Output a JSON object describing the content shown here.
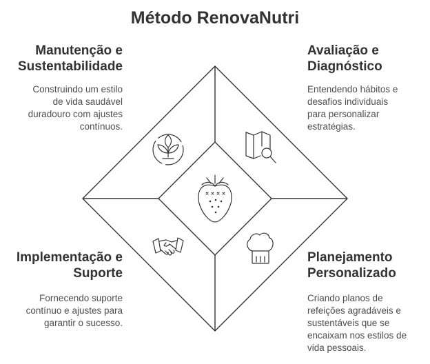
{
  "title": "Método RenovaNutri",
  "quadrants": {
    "top_left": {
      "heading_lines": [
        "Manutenção e",
        "Sustentabilidade"
      ],
      "body_lines": [
        "Construindo um estilo",
        "de vida saudável",
        "duradouro com ajustes",
        "contínuos."
      ],
      "icon": "sprout-icon"
    },
    "top_right": {
      "heading_lines": [
        "Avaliação e",
        "Diagnóstico"
      ],
      "body_lines": [
        "Entendendo hábitos e",
        "desafios individuais",
        "para personalizar",
        "estratégias."
      ],
      "icon": "map-search-icon"
    },
    "bottom_left": {
      "heading_lines": [
        "Implementação e",
        "Suporte"
      ],
      "body_lines": [
        "Fornecendo suporte",
        "contínuo e ajustes para",
        "garantir o sucesso."
      ],
      "icon": "handshake-icon"
    },
    "bottom_right": {
      "heading_lines": [
        "Planejamento",
        "Personalizado"
      ],
      "body_lines": [
        "Criando planos de",
        "refeições agradáveis e",
        "sustentáveis que se",
        "encaixam nos estilos de",
        "vida pessoais."
      ],
      "icon": "chef-hat-icon"
    }
  },
  "center_icon": "strawberry-icon",
  "colors": {
    "stroke": "#333333",
    "text": "#333333",
    "body": "#4d4d4d",
    "background": "#ffffff"
  }
}
